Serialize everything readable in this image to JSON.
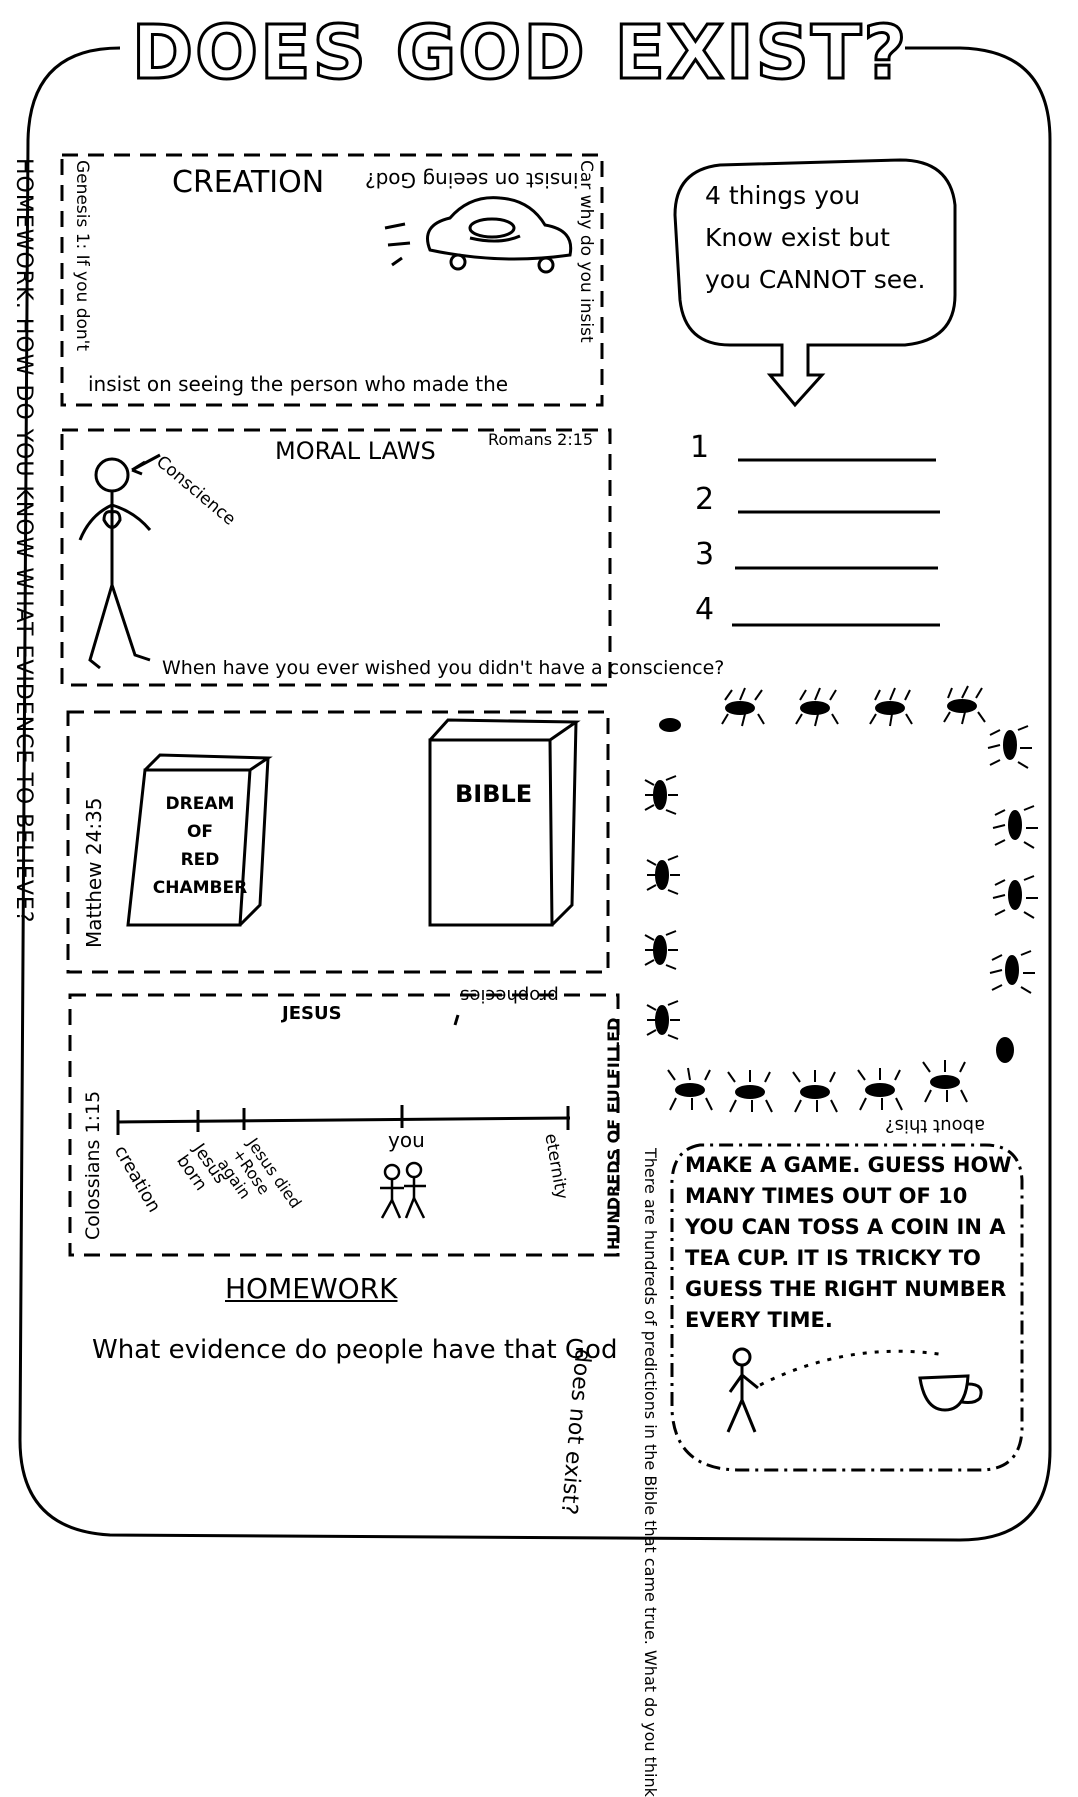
{
  "title": "DOES GOD EXIST?",
  "homework_side": "HOMEWORK: HOW DO YOU KNOW WHAT EVIDENCE TO BELIEVE?",
  "creation": {
    "heading": "CREATION",
    "upside_text": "insist on seeing God?",
    "right_text": "Car why do you insist",
    "left_text": "Genesis 1: If you don't",
    "bottom_text": "insist on seeing the person who made the"
  },
  "moral": {
    "heading": "MORAL LAWS",
    "ref": "Romans 2:15",
    "conscience": "Conscience",
    "bottom_text": "When have you ever wished you didn't have a conscience?"
  },
  "books": {
    "ref": "Matthew 24:35",
    "book1": [
      "DREAM",
      "OF",
      "RED",
      "CHAMBER"
    ],
    "book2": "BIBLE"
  },
  "jesus": {
    "heading": "JESUS",
    "upside_text": "prophecies",
    "ref": "Colossians 1:15",
    "right_text": "HUNDREDS OF FULFILLED",
    "you": "you",
    "points": [
      "creation",
      "Jesus born",
      "Jesus died +Rose again",
      "eternity"
    ]
  },
  "homework": {
    "title": "HOMEWORK",
    "text": "What evidence do people have that God",
    "tail": "does not exist?"
  },
  "bubble": {
    "text_lines": [
      "4 things you",
      "Know exist but",
      "you CANNOT see."
    ]
  },
  "list_numbers": [
    "1",
    "2",
    "3",
    "4"
  ],
  "ants_caption": "about this?",
  "game": {
    "text": "Make a game. Guess how many times out of 10 you can toss a coin in a tea cup. It is tricky to guess the right number every time.",
    "arc_text": "There are hundreds of predictions in the Bible that came true. What do you think"
  }
}
